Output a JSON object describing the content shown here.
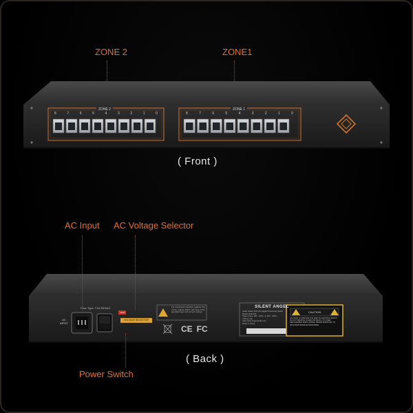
{
  "front": {
    "callouts": {
      "zone2": "ZONE 2",
      "zone1": "ZONE1"
    },
    "panel_labels": {
      "zone2": "ZONE 2",
      "zone1": "ZONE 1"
    },
    "port_numbers": [
      "8",
      "7",
      "6",
      "5",
      "4",
      "3",
      "2",
      "1",
      "0"
    ],
    "caption": "( Front )"
  },
  "back": {
    "callouts": {
      "ac_input": "AC Input",
      "voltage_selector": "AC Voltage Selector",
      "power_switch": "Power Switch"
    },
    "ac_input_label": "AC\nINPUT",
    "fuse_label": "Fuse Type: T1A 250VAC",
    "voltage_setting": "115V",
    "voltage_selector_label": "VOLTAGE SELECTOR",
    "warning_text": "For continued protection against risk of fire, replace ONLY with fuse of the specified type and current ratings.",
    "cert_marks": [
      "CE",
      "FC"
    ],
    "brand": "SILENT ANGEL",
    "product_lines": [
      "Audio Grade 16 Ports Gigabit Streaming Switch",
      "Model: N16 LPS",
      "Power Input: 100 - 120V~ or 220 - 240V~",
      "0.5A at max.",
      "www.silent-angel-audio.com",
      "Made in China"
    ],
    "caution_title": "CAUTION",
    "caution_text": "CAUTION: TO REDUCE THE RISK OF ELECTRIC SHOCK, DO NOT REMOVE COVER (OR BACK). NO USER-SERVICEABLE PARTS INSIDE. REFER SERVICING TO QUALIFIED SERVICE PERSONNEL.",
    "caption": "( Back )"
  },
  "colors": {
    "accent": "#e5702b",
    "chassis": "#2b2b2b",
    "background": "#000000"
  }
}
